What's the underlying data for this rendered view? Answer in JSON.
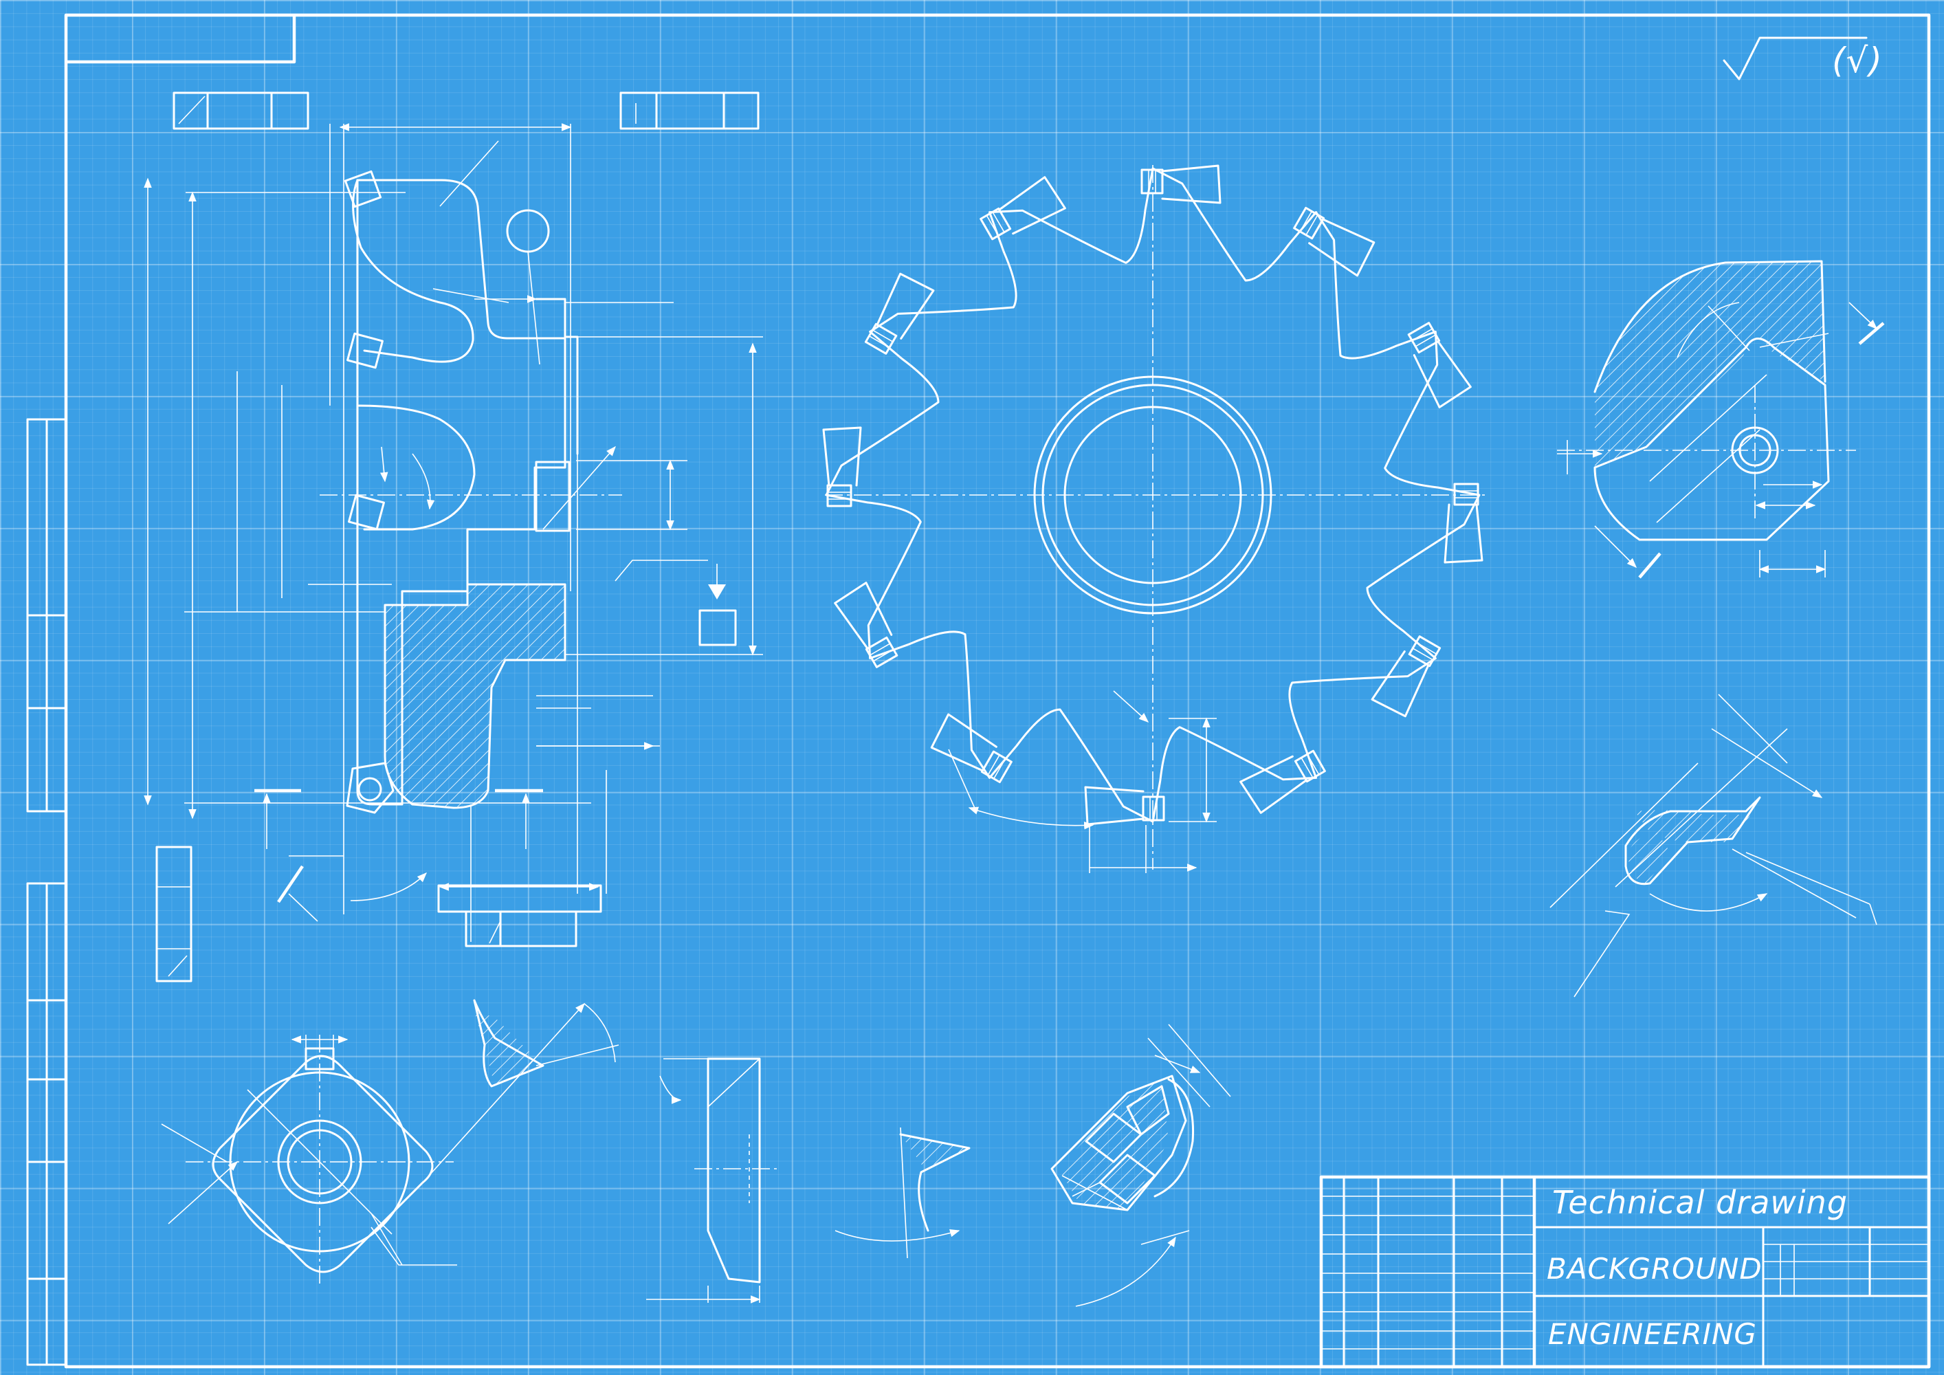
{
  "title_block": {
    "title": "Technical drawing",
    "line1": "BACKGROUND",
    "line2": "ENGINEERING"
  },
  "symbols": {
    "roughness_note": "(√)"
  },
  "colors": {
    "background": "#3b9fe6",
    "lines": "#ffffff"
  }
}
